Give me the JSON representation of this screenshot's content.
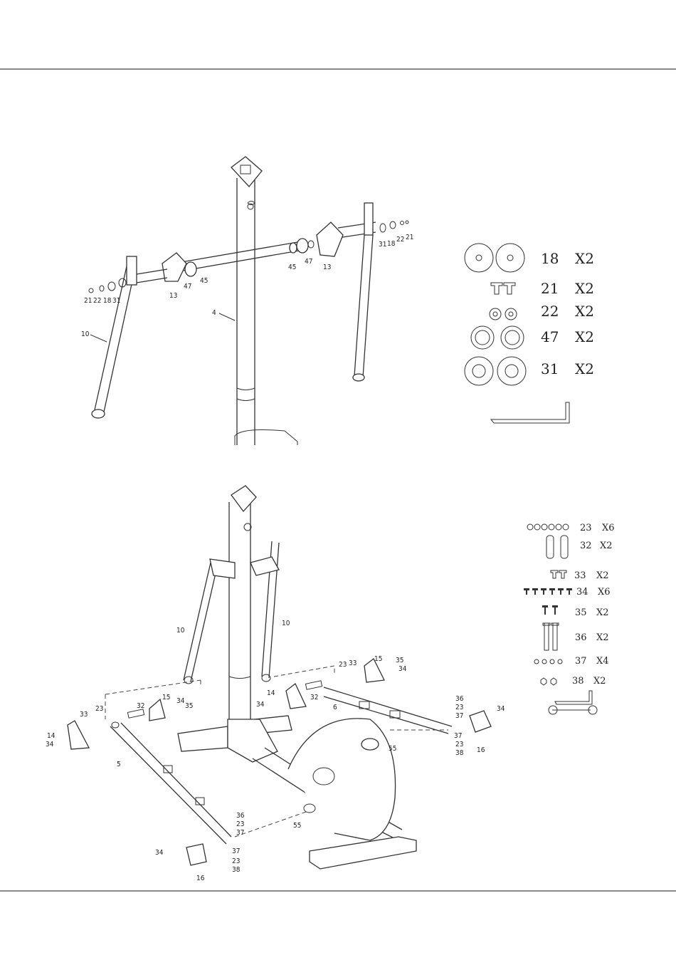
{
  "hardware_top": [
    {
      "part": "18",
      "qty": "X2",
      "icon": "washer-large-icon"
    },
    {
      "part": "21",
      "qty": "X2",
      "icon": "bolt-icon"
    },
    {
      "part": "22",
      "qty": "X2",
      "icon": "washer-small-icon"
    },
    {
      "part": "47",
      "qty": "X2",
      "icon": "bushing-icon"
    },
    {
      "part": "31",
      "qty": "X2",
      "icon": "washer-wave-icon"
    }
  ],
  "hardware_bottom": [
    {
      "part": "23",
      "qty": "X6",
      "icon": "washer-icon"
    },
    {
      "part": "32",
      "qty": "X2",
      "icon": "axle-icon"
    },
    {
      "part": "33",
      "qty": "X2",
      "icon": "bolt-icon"
    },
    {
      "part": "34",
      "qty": "X6",
      "icon": "screw-icon"
    },
    {
      "part": "35",
      "qty": "X2",
      "icon": "screw-icon"
    },
    {
      "part": "36",
      "qty": "X2",
      "icon": "long-bolt-icon"
    },
    {
      "part": "37",
      "qty": "X4",
      "icon": "washer-icon"
    },
    {
      "part": "38",
      "qty": "X2",
      "icon": "nut-icon"
    }
  ],
  "diagram_top_labels": {
    "p4": "4",
    "p10": "10",
    "p13a": "13",
    "p13b": "13",
    "p45a": "45",
    "p45b": "45",
    "p47a": "47",
    "p47b": "47",
    "p21a": "21",
    "p22a": "22",
    "p18a": "18",
    "p31a": "31",
    "p31b": "31",
    "p18b": "18",
    "p22b": "22",
    "p21b": "21"
  },
  "diagram_bottom_labels": {
    "p10a": "10",
    "p10b": "10",
    "p5": "5",
    "p6": "6",
    "p14a": "14",
    "p14b": "14",
    "p15a": "15",
    "p15b": "15",
    "p16a": "16",
    "p16b": "16",
    "p32a": "32",
    "p32b": "32",
    "p33a": "33",
    "p33b": "33",
    "p23a": "23",
    "p23b": "23",
    "p34a": "34",
    "p34b": "34",
    "p34c": "34",
    "p34d": "34",
    "p34e": "34",
    "p35a": "35",
    "p35b": "35",
    "p55a": "55",
    "p55b": "55",
    "p36a": "36",
    "p36b": "36",
    "p37a": "37",
    "p37b": "37",
    "p37c": "37",
    "p37d": "37",
    "p23c": "23",
    "p23d": "23",
    "p23e": "23",
    "p23f": "23",
    "p38a": "38",
    "p38b": "38"
  }
}
